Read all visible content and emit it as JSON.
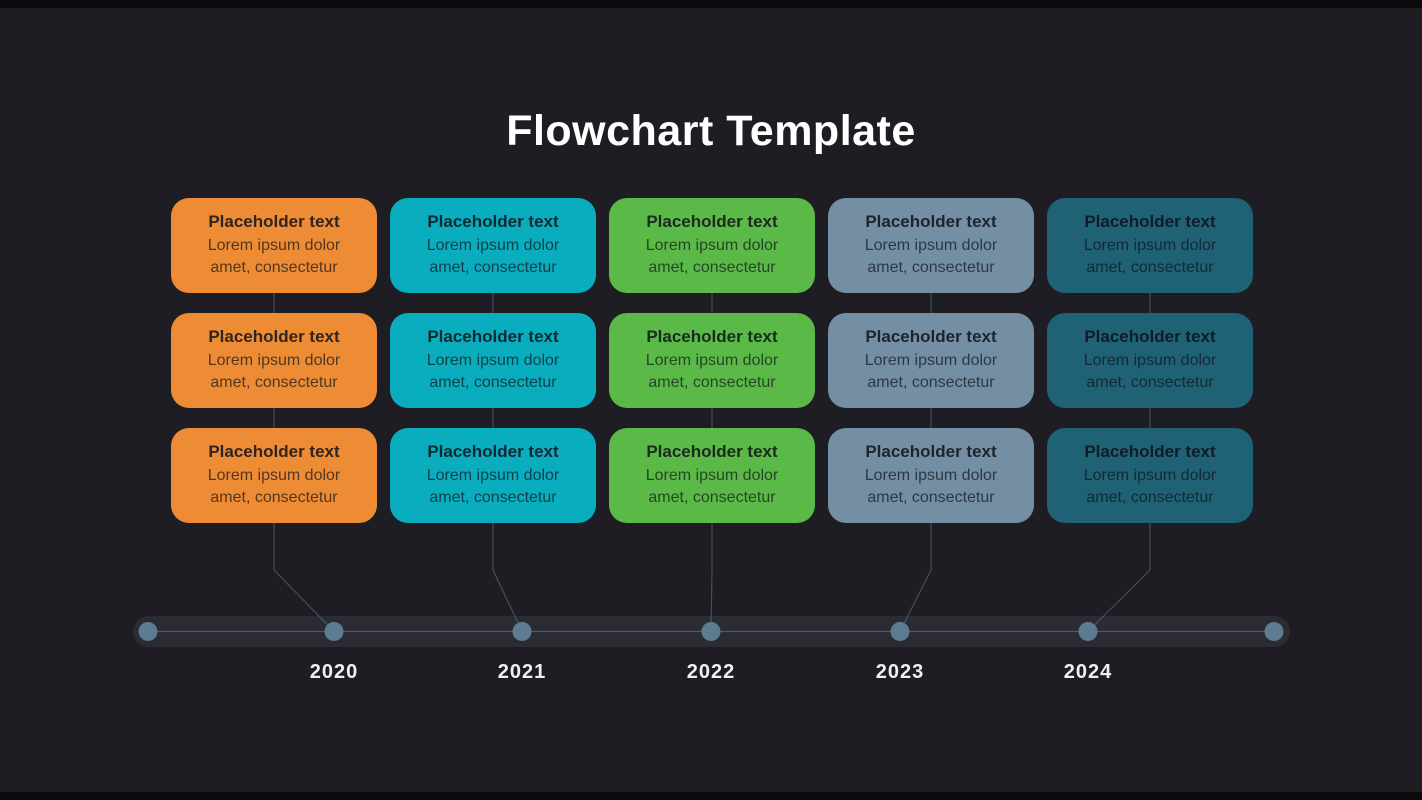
{
  "slide": {
    "title": "Flowchart Template",
    "background": "#1D1D23"
  },
  "card": {
    "title": "Placeholder text",
    "body_line1": "Lorem ipsum dolor",
    "body_line2": "amet, consectetur"
  },
  "columns": [
    {
      "name": "column-2020",
      "color": "#ED8C35",
      "year": "2020"
    },
    {
      "name": "column-2021",
      "color": "#09ADBE",
      "year": "2021"
    },
    {
      "name": "column-2022",
      "color": "#5BBA47",
      "year": "2022"
    },
    {
      "name": "column-2023",
      "color": "#748EA4",
      "year": "2023"
    },
    {
      "name": "column-2024",
      "color": "#1F6175",
      "year": "2024"
    }
  ],
  "timeline": {
    "bar_color": "#2B2B33",
    "dot_color": "#5D7B91",
    "line_color": "#64798A"
  },
  "theme": {
    "letterbox": "#0B0B0E",
    "title_color": "#FFFFFF",
    "year_color": "#F0F0F3",
    "card_title_color": "rgba(14,18,26,0.85)",
    "card_body_color": "rgba(14,18,26,0.70)"
  }
}
